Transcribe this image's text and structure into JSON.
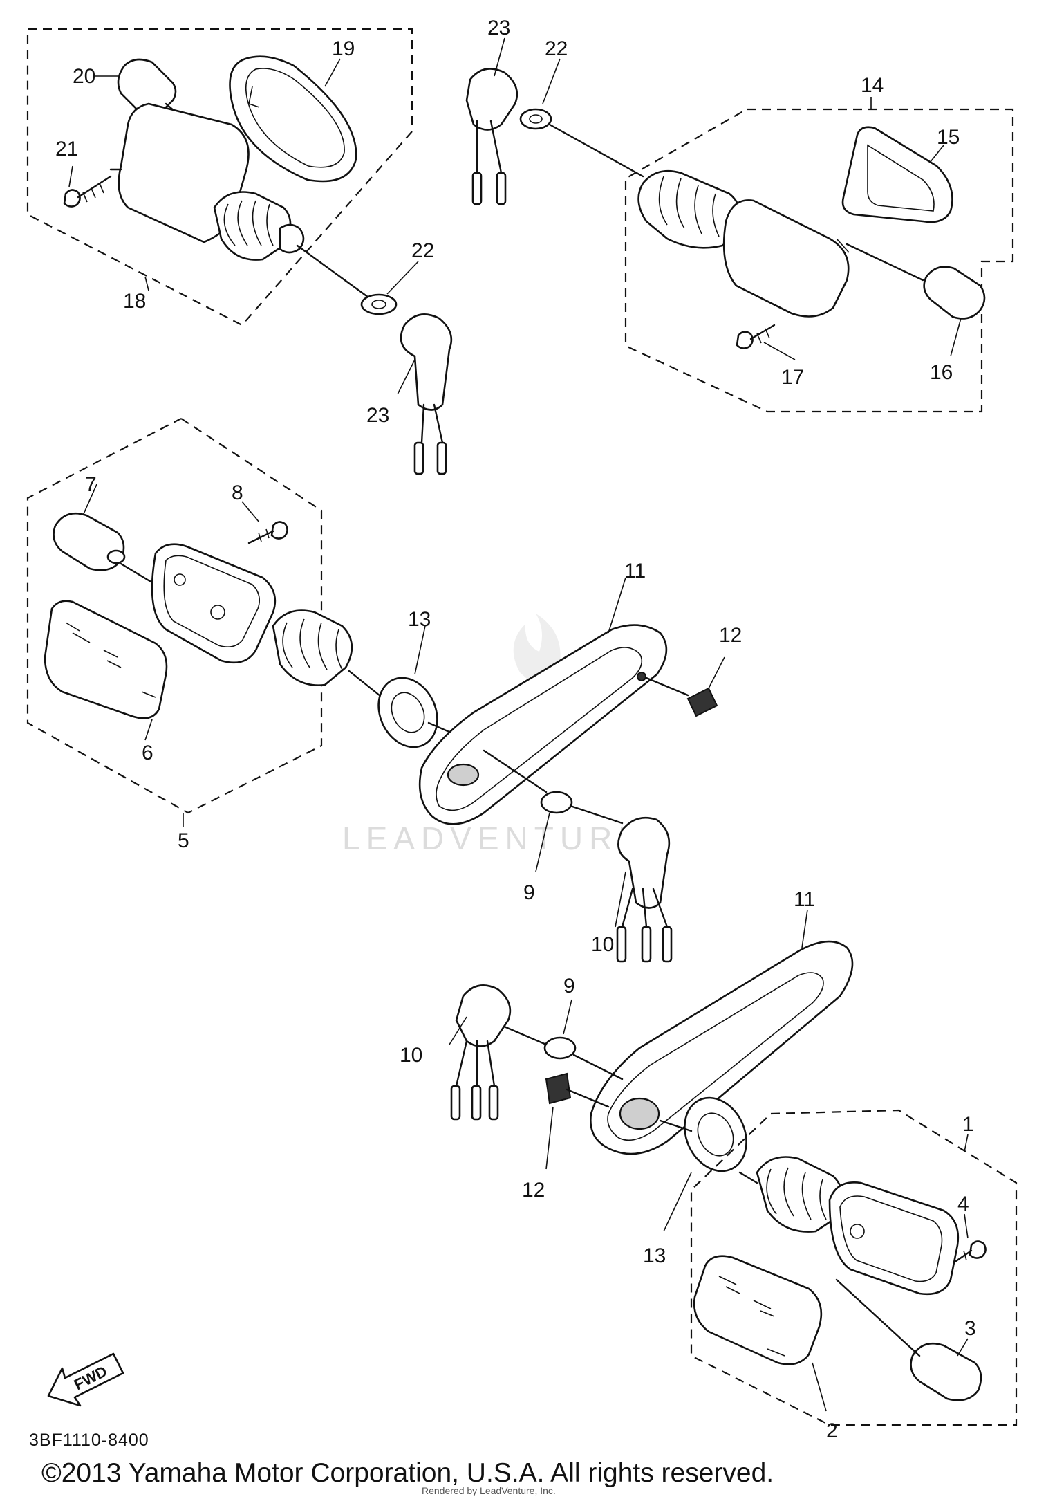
{
  "diagram": {
    "part_numbers": {
      "p1": "1",
      "p2": "2",
      "p3": "3",
      "p4": "4",
      "p5": "5",
      "p6": "6",
      "p7": "7",
      "p8": "8",
      "p9a": "9",
      "p9b": "9",
      "p10a": "10",
      "p10b": "10",
      "p11a": "11",
      "p11b": "11",
      "p12a": "12",
      "p12b": "12",
      "p13a": "13",
      "p13b": "13",
      "p14": "14",
      "p15": "15",
      "p16": "16",
      "p17": "17",
      "p18": "18",
      "p19": "19",
      "p20": "20",
      "p21": "21",
      "p22a": "22",
      "p22b": "22",
      "p23a": "23",
      "p23b": "23"
    },
    "diagram_code": "3BF1110-8400",
    "fwd_label": "FWD",
    "watermark": "LEADVENTURE",
    "small_note": "Rendered by LeadVenture, Inc.",
    "copyright": "©2013 Yamaha Motor Corporation, U.S.A. All rights reserved."
  }
}
